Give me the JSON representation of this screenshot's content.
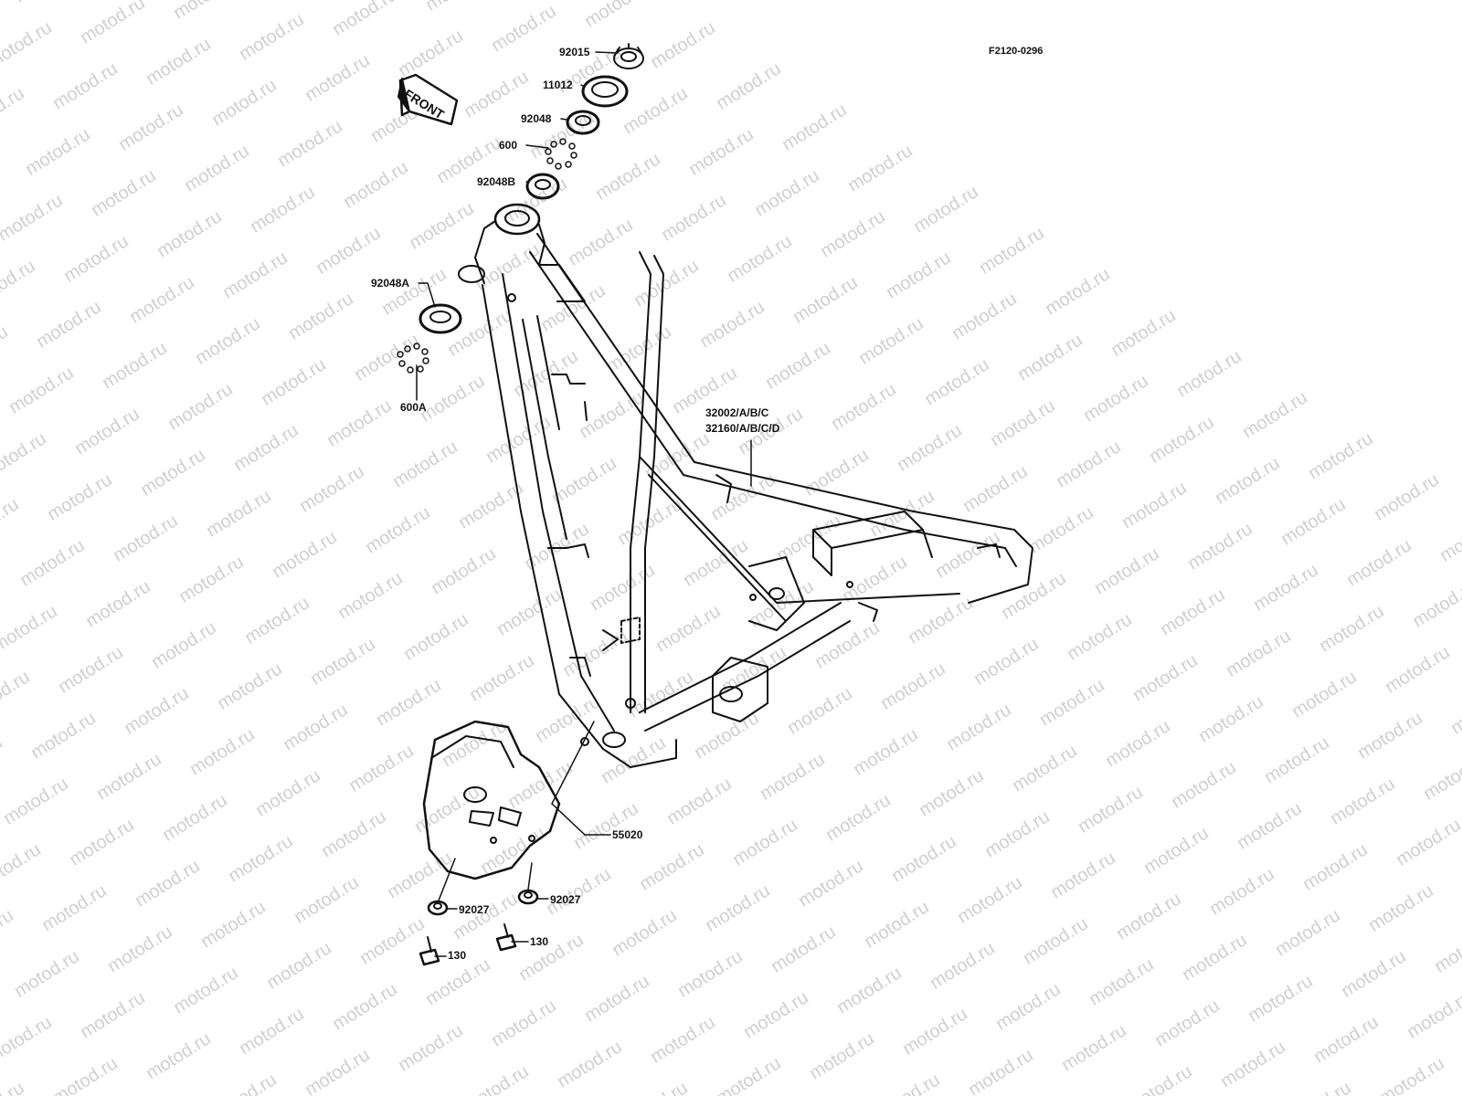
{
  "drawing_code": "F2120-0296",
  "watermark_text": "motod.ru",
  "front_arrow_text": "FRONT",
  "parts": {
    "p92015": "92015",
    "p11012": "11012",
    "p92048": "92048",
    "p600": "600",
    "p92048B": "92048B",
    "p92048A": "92048A",
    "p600A": "600A",
    "p32002": "32002/A/B/C",
    "p32160": "32160/A/B/C/D",
    "p55020": "55020",
    "p92027_left": "92027",
    "p92027_right": "92027",
    "p130_left": "130",
    "p130_right": "130"
  },
  "colors": {
    "line": "#111111",
    "watermark": "#d0d0d0",
    "background": "#ffffff"
  }
}
